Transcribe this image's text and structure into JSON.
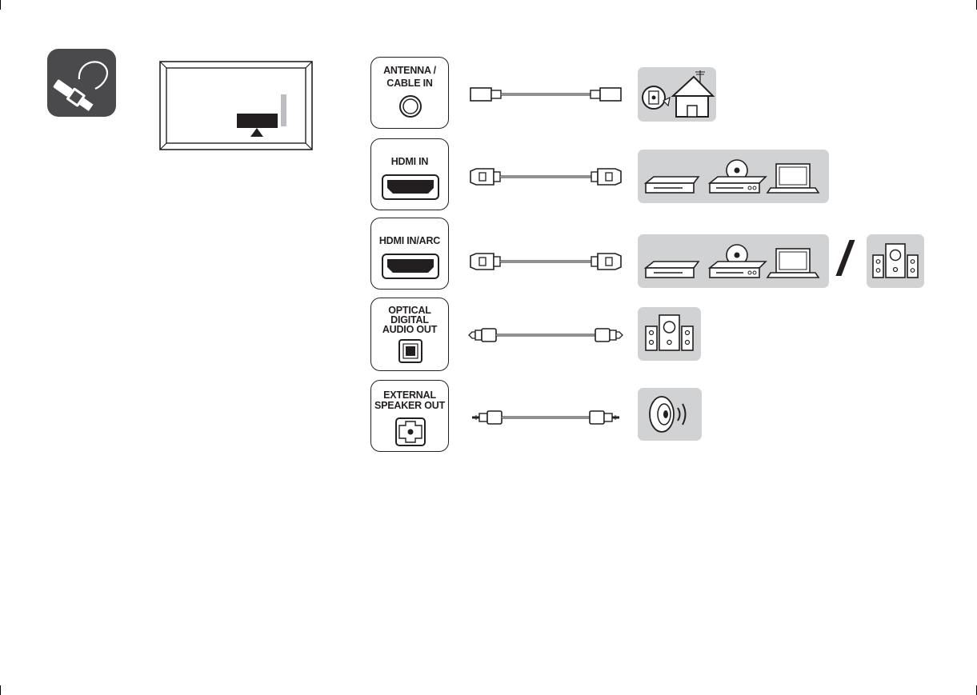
{
  "ports": [
    {
      "id": "antenna",
      "label_lines": [
        "ANTENNA /",
        "CABLE IN"
      ],
      "cable": "coaxial",
      "devices": [
        "antenna-house"
      ]
    },
    {
      "id": "hdmi",
      "label_lines": [
        "HDMI IN"
      ],
      "cable": "hdmi",
      "devices": [
        "set-top-box",
        "dvd-player",
        "laptop"
      ]
    },
    {
      "id": "hdmi-arc",
      "label_lines": [
        "HDMI IN/ARC"
      ],
      "cable": "hdmi",
      "devices": [
        "set-top-box",
        "dvd-player",
        "laptop"
      ],
      "separator": "/",
      "alt_devices": [
        "speaker-system"
      ]
    },
    {
      "id": "optical",
      "label_lines": [
        "OPTICAL",
        "DIGITAL",
        "AUDIO OUT"
      ],
      "cable": "optical",
      "devices": [
        "speaker-system"
      ]
    },
    {
      "id": "speaker",
      "label_lines": [
        "EXTERNAL",
        "SPEAKER OUT"
      ],
      "cable": "audio-jack",
      "devices": [
        "speaker"
      ]
    }
  ],
  "icons": {
    "section_icon": "cable-plug-icon",
    "tv_diagram": "tv-rear-panel-icon"
  },
  "colors": {
    "icon_bg": "#4a4a4c",
    "tile_bg": "#d1d2d4",
    "ink": "#231f20"
  }
}
